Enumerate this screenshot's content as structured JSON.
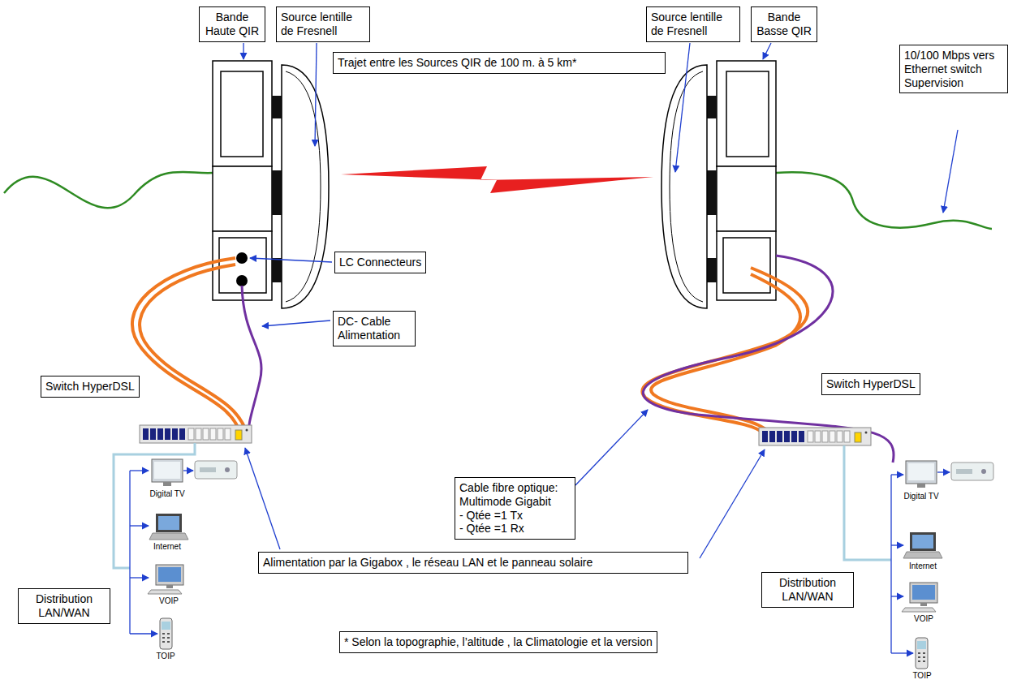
{
  "diagram": {
    "nodes": [
      {
        "text": [
          "Bande Haute QIR"
        ]
      },
      {
        "text": [
          "Source lentille de Fresnell"
        ]
      },
      {
        "text": [
          "Source lentille de Fresnell"
        ]
      },
      {
        "text": [
          "Bande Basse QIR"
        ]
      },
      {
        "text": [
          "Trajet entre les Sources QIR de 100 m. à 5 km*"
        ]
      },
      {
        "text": [
          "10/100 Mbps vers Ethernet switch Supervision"
        ]
      },
      {
        "text": [
          "LC Connecteurs"
        ]
      },
      {
        "text": [
          "DC- Cable Alimentation"
        ]
      },
      {
        "text": [
          "Switch HyperDSL"
        ]
      },
      {
        "text": [
          "Switch HyperDSL"
        ]
      },
      {
        "text": [
          "Cable fibre optique: Multimode Gigabit",
          "- Qtée =1 Tx",
          "- Qtée =1 Rx"
        ]
      },
      {
        "text": [
          "Alimentation par la Gigabox , le réseau LAN et le panneau solaire"
        ]
      },
      {
        "text": [
          "Distribution LAN/WAN"
        ]
      },
      {
        "text": [
          "Distribution LAN/WAN"
        ]
      },
      {
        "text": [
          "* Selon la topographie, l’altitude , la Climatologie et la version"
        ]
      }
    ],
    "labels": [
      "Digital TV",
      "Internet",
      "VOIP",
      "TOIP",
      "Digital TV",
      "Internet",
      "VOIP",
      "TOIP"
    ]
  }
}
